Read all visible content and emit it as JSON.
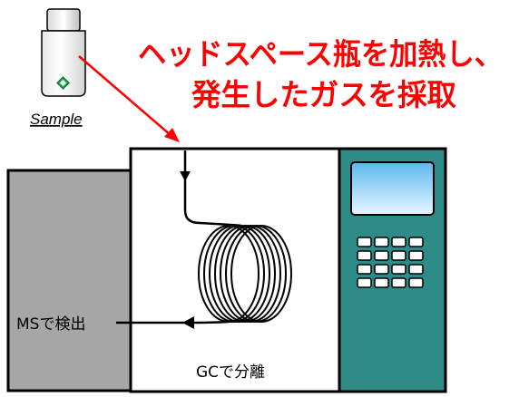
{
  "sample": {
    "label": "Sample"
  },
  "title": {
    "line1": "ヘッドスペース瓶を加熱し、",
    "line2": "発生したガスを採取"
  },
  "ms": {
    "label": "MSで検出"
  },
  "gc": {
    "label": "GCで分離"
  },
  "colors": {
    "title_red": "#ff0000",
    "ms_unit_gray": "#a6a6a6",
    "instrument_teal": "#2e8b87",
    "screen_blue": "#6cc3f0",
    "vial_gem_green": "#22bb55"
  }
}
